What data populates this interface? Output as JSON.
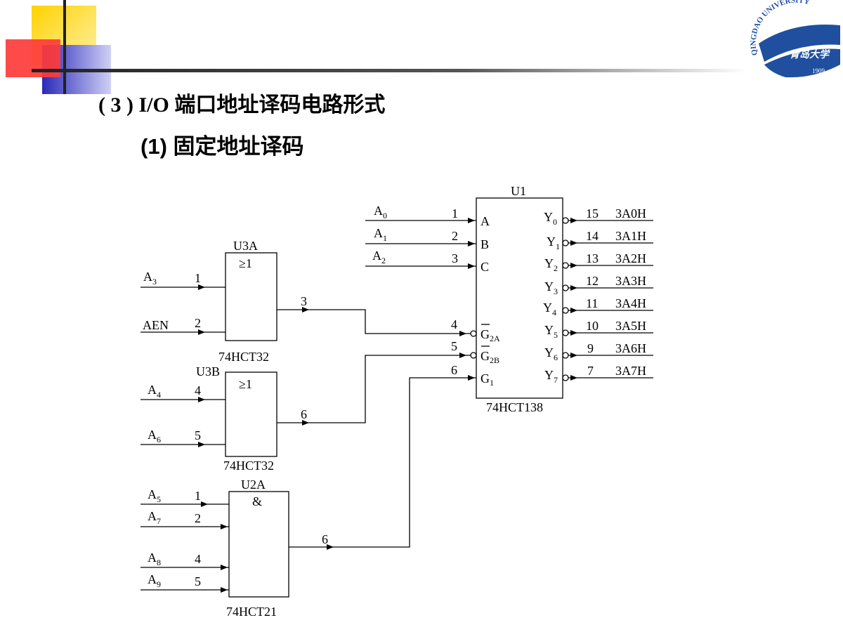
{
  "slide": {
    "title": "( 3 )  I/O 端口地址译码电路形式",
    "subtitle": "(1) 固定地址译码"
  },
  "logo": {
    "name_text": "QINGDAO UNIVERSITY",
    "chinese_text": "青岛大学",
    "year": "1909"
  },
  "colors": {
    "deco_yellow": "#ffd200",
    "deco_red": "#ff3b3b",
    "deco_blue": "#3b3bcc",
    "logo_blue": "#1f4f9e"
  },
  "circuit": {
    "u1": {
      "ref": "U1",
      "part": "74HCT138"
    },
    "u3a": {
      "ref": "U3A",
      "part": "74HCT32",
      "symbol": "≥1"
    },
    "u3b": {
      "ref": "U3B",
      "part": "74HCT32",
      "symbol": "≥1"
    },
    "u2a": {
      "ref": "U2A",
      "part": "74HCT21",
      "symbol": "&"
    },
    "u1_inputs": [
      {
        "sig": "A",
        "sub": "0",
        "pin": "1",
        "port": "A"
      },
      {
        "sig": "A",
        "sub": "1",
        "pin": "2",
        "port": "B"
      },
      {
        "sig": "A",
        "sub": "2",
        "pin": "3",
        "port": "C"
      }
    ],
    "u1_enables": [
      {
        "pin": "4",
        "port": "G",
        "sub": "2A"
      },
      {
        "pin": "5",
        "port": "G",
        "sub": "2B"
      },
      {
        "pin": "6",
        "port": "G",
        "sub": "1"
      }
    ],
    "u1_outputs": [
      {
        "port": "Y",
        "sub": "0",
        "pin": "15",
        "addr": "3A0H"
      },
      {
        "port": "Y",
        "sub": "1",
        "pin": "14",
        "addr": "3A1H"
      },
      {
        "port": "Y",
        "sub": "2",
        "pin": "13",
        "addr": "3A2H"
      },
      {
        "port": "Y",
        "sub": "3",
        "pin": "12",
        "addr": "3A3H"
      },
      {
        "port": "Y",
        "sub": "4",
        "pin": "11",
        "addr": "3A4H"
      },
      {
        "port": "Y",
        "sub": "5",
        "pin": "10",
        "addr": "3A5H"
      },
      {
        "port": "Y",
        "sub": "6",
        "pin": "9",
        "addr": "3A6H"
      },
      {
        "port": "Y",
        "sub": "7",
        "pin": "7",
        "addr": "3A7H"
      }
    ],
    "u3a_inputs": [
      {
        "sig": "A",
        "sub": "3",
        "pin": "1"
      },
      {
        "sig": "AEN",
        "sub": "",
        "pin": "2"
      }
    ],
    "u3a_out_pin": "3",
    "u3b_inputs": [
      {
        "sig": "A",
        "sub": "4",
        "pin": "4"
      },
      {
        "sig": "A",
        "sub": "6",
        "pin": "5"
      }
    ],
    "u3b_out_pin": "6",
    "u2a_inputs": [
      {
        "sig": "A",
        "sub": "5",
        "pin": "1"
      },
      {
        "sig": "A",
        "sub": "7",
        "pin": "2"
      },
      {
        "sig": "A",
        "sub": "8",
        "pin": "4"
      },
      {
        "sig": "A",
        "sub": "9",
        "pin": "5"
      }
    ],
    "u2a_out_pin": "6"
  }
}
